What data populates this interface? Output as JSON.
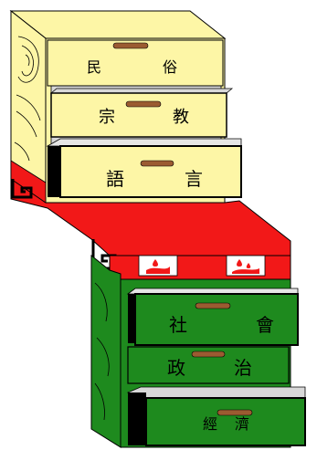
{
  "upper_cabinet": {
    "color": "#fdf6a6",
    "drawers": [
      {
        "left": "民",
        "right": "俗"
      },
      {
        "left": "宗",
        "right": "教"
      },
      {
        "left": "語",
        "right": "言"
      }
    ]
  },
  "lower_cabinet": {
    "color": "#1e8a1e",
    "drawers": [
      {
        "left": "社",
        "right": "會"
      },
      {
        "left": "政",
        "right": "治"
      },
      {
        "left": "經",
        "right": "濟"
      }
    ]
  },
  "connector": {
    "color": "#f21818"
  },
  "handle_color": "#9b5b31"
}
